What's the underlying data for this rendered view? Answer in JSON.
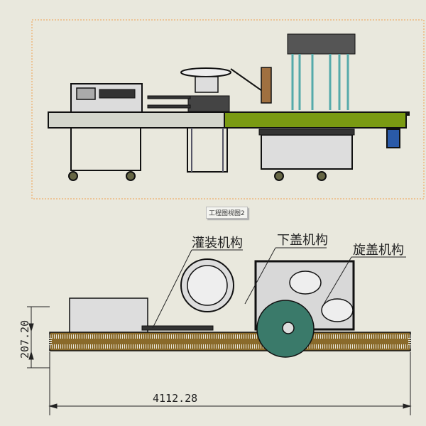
{
  "view_label": "工程图视图2",
  "callouts": {
    "filling": "灌装机构",
    "cap_feeding": "下盖机构",
    "capping": "旋盖机构"
  },
  "dimensions": {
    "height": "207.20",
    "length": "4112.28"
  },
  "colors": {
    "background": "#e9e8dd",
    "conveyor_green": "#7a9a12",
    "conveyor_grey": "#d4d6cc",
    "chain_brown": "#8a6a2a",
    "teal_table": "#3a7a6a",
    "view_border": "#f0a050"
  }
}
